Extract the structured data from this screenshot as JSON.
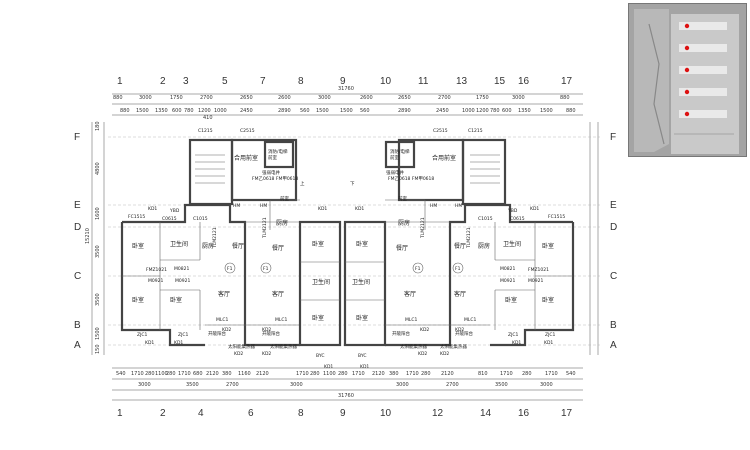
{
  "plan": {
    "grid_columns_top": [
      "1",
      "2",
      "3",
      "5",
      "7",
      "8",
      "9",
      "10",
      "11",
      "13",
      "15",
      "16",
      "17"
    ],
    "grid_columns_bottom": [
      "1",
      "2",
      "4",
      "6",
      "8",
      "9",
      "10",
      "12",
      "14",
      "16",
      "17"
    ],
    "grid_rows_left": [
      "F",
      "E",
      "D",
      "C",
      "B",
      "A"
    ],
    "grid_rows_right": [
      "F",
      "E",
      "D",
      "C",
      "B",
      "A"
    ],
    "total_width": "31760",
    "dims_top_1": [
      "880",
      "3000",
      "1750",
      "2700",
      "2650",
      "2600",
      "3000",
      "2600",
      "2650",
      "2700",
      "1750",
      "3000",
      "880"
    ],
    "dims_top_2": [
      "880",
      "1500",
      "1350",
      "600",
      "780",
      "1200",
      "1000",
      "2450",
      "2890",
      "560",
      "1500",
      "1500",
      "560",
      "2890",
      "2450",
      "1000",
      "1200",
      "780",
      "600",
      "1350",
      "1500",
      "880"
    ],
    "dims_top_small": "410",
    "dims_bottom_1": [
      "540",
      "1710",
      "280",
      "1100",
      "280",
      "1710",
      "680",
      "2120",
      "380",
      "1160",
      "2120",
      "1710",
      "280",
      "1100",
      "280",
      "1710",
      "2120",
      "380",
      "1710",
      "280",
      "2120",
      "810",
      "1710",
      "280",
      "1710",
      "540"
    ],
    "dims_bottom_2": [
      "3000",
      "3500",
      "2700",
      "3000",
      "3000",
      "2700",
      "3500",
      "3000"
    ],
    "dims_left": [
      "180",
      "4800",
      "1600",
      "3500",
      "3500",
      "1500",
      "150"
    ],
    "dims_left_total": "15210",
    "rooms": {
      "bedroom": "卧室",
      "bathroom": "卫生间",
      "kitchen": "厨房",
      "dining": "餐厅",
      "living": "客厅",
      "foyer": "合用前室",
      "fire_elevator": "消防/电梯",
      "front_room": "前室",
      "pipe_well": "强弱电井",
      "balcony": "阳台",
      "open_balcony": "开敞阳台"
    },
    "codes": {
      "c1215": "C1215",
      "c2515": "C2515",
      "fm_door": "FM乙0618 FM甲0618",
      "fc": "FC1515",
      "ybd": "YBD",
      "c0615": "C0615",
      "c1015": "C1015",
      "tlm": "TLM2121",
      "m0821": "M0821",
      "m0921": "M0921",
      "fmc": "FMZ1021",
      "mlc": "MLC1",
      "zjc": "ZJC1",
      "kd1": "KD1",
      "kd2": "KD2",
      "byc": "BYC",
      "hm": "HM",
      "up": "上",
      "down": "下",
      "f1": "F1",
      "ac_note": "太阳能集热器"
    }
  }
}
